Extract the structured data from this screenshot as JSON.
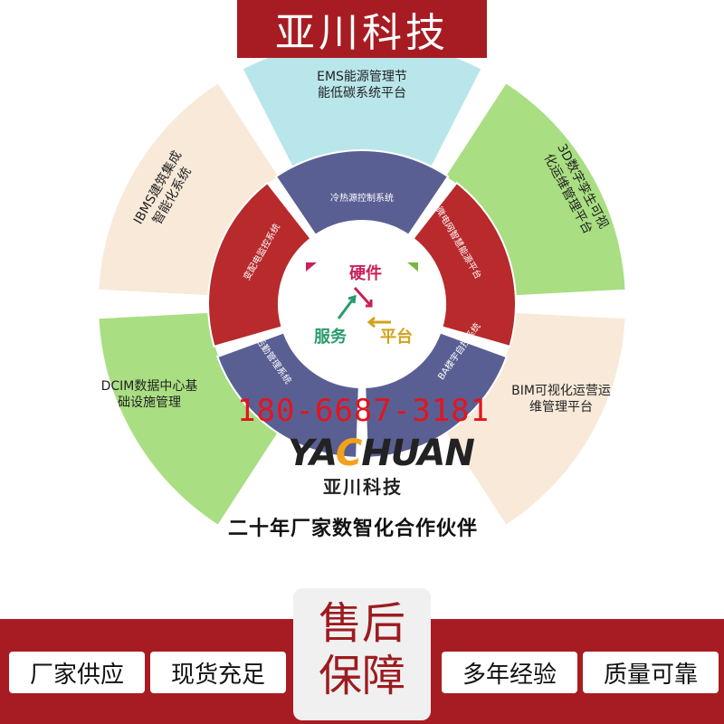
{
  "header": {
    "title": "亚川科技"
  },
  "outer_segments": [
    {
      "name": "ems",
      "label": "EMS能源管理节\n能低碳系统平台",
      "color": "#b9e6ea"
    },
    {
      "name": "twin",
      "label": "3D数字孪生可视\n化运维管理平台",
      "color": "#a9de82"
    },
    {
      "name": "bim",
      "label": "BIM可视化运营运\n维管理平台",
      "color": "#f8e9d9"
    },
    {
      "name": "dcim",
      "label": "DCIM数据中心基\n础设施管理",
      "color": "#a9de82"
    },
    {
      "name": "ibms",
      "label": "IBMS建筑集成\n智能化系统",
      "color": "#f8e9d9"
    }
  ],
  "inner_segments": [
    {
      "name": "hvac",
      "label": "冷热源控制系统",
      "color": "#5a5f93"
    },
    {
      "name": "microgrid",
      "label": "微电网智慧能源平台",
      "color": "#b82a2c"
    },
    {
      "name": "ba",
      "label": "BA楼宇自控系统",
      "color": "#5a5f93"
    },
    {
      "name": "factory",
      "label": "厂务后勤管理系统",
      "color": "#5a5f93"
    },
    {
      "name": "power",
      "label": "变配电监控系统",
      "color": "#b82a2c"
    }
  ],
  "center": {
    "hardware": "硬件",
    "platform": "平台",
    "service": "服务"
  },
  "contact": {
    "phone": "180-6687-3181"
  },
  "brand": {
    "logo_text": "YACHUAN",
    "logo_a": "YA",
    "logo_o": "C",
    "logo_b": "HUAN",
    "name": "亚川科技"
  },
  "slogan": "二十年厂家数智化合作伙伴",
  "footer": {
    "left1": "厂家供应",
    "left2": "现货充足",
    "badge_line1": "售后",
    "badge_line2": "保障",
    "right1": "多年经验",
    "right2": "质量可靠"
  },
  "colors": {
    "brand_red": "#a71c22",
    "phone_red": "#e4141c",
    "logo_orange": "#f4a11a"
  }
}
